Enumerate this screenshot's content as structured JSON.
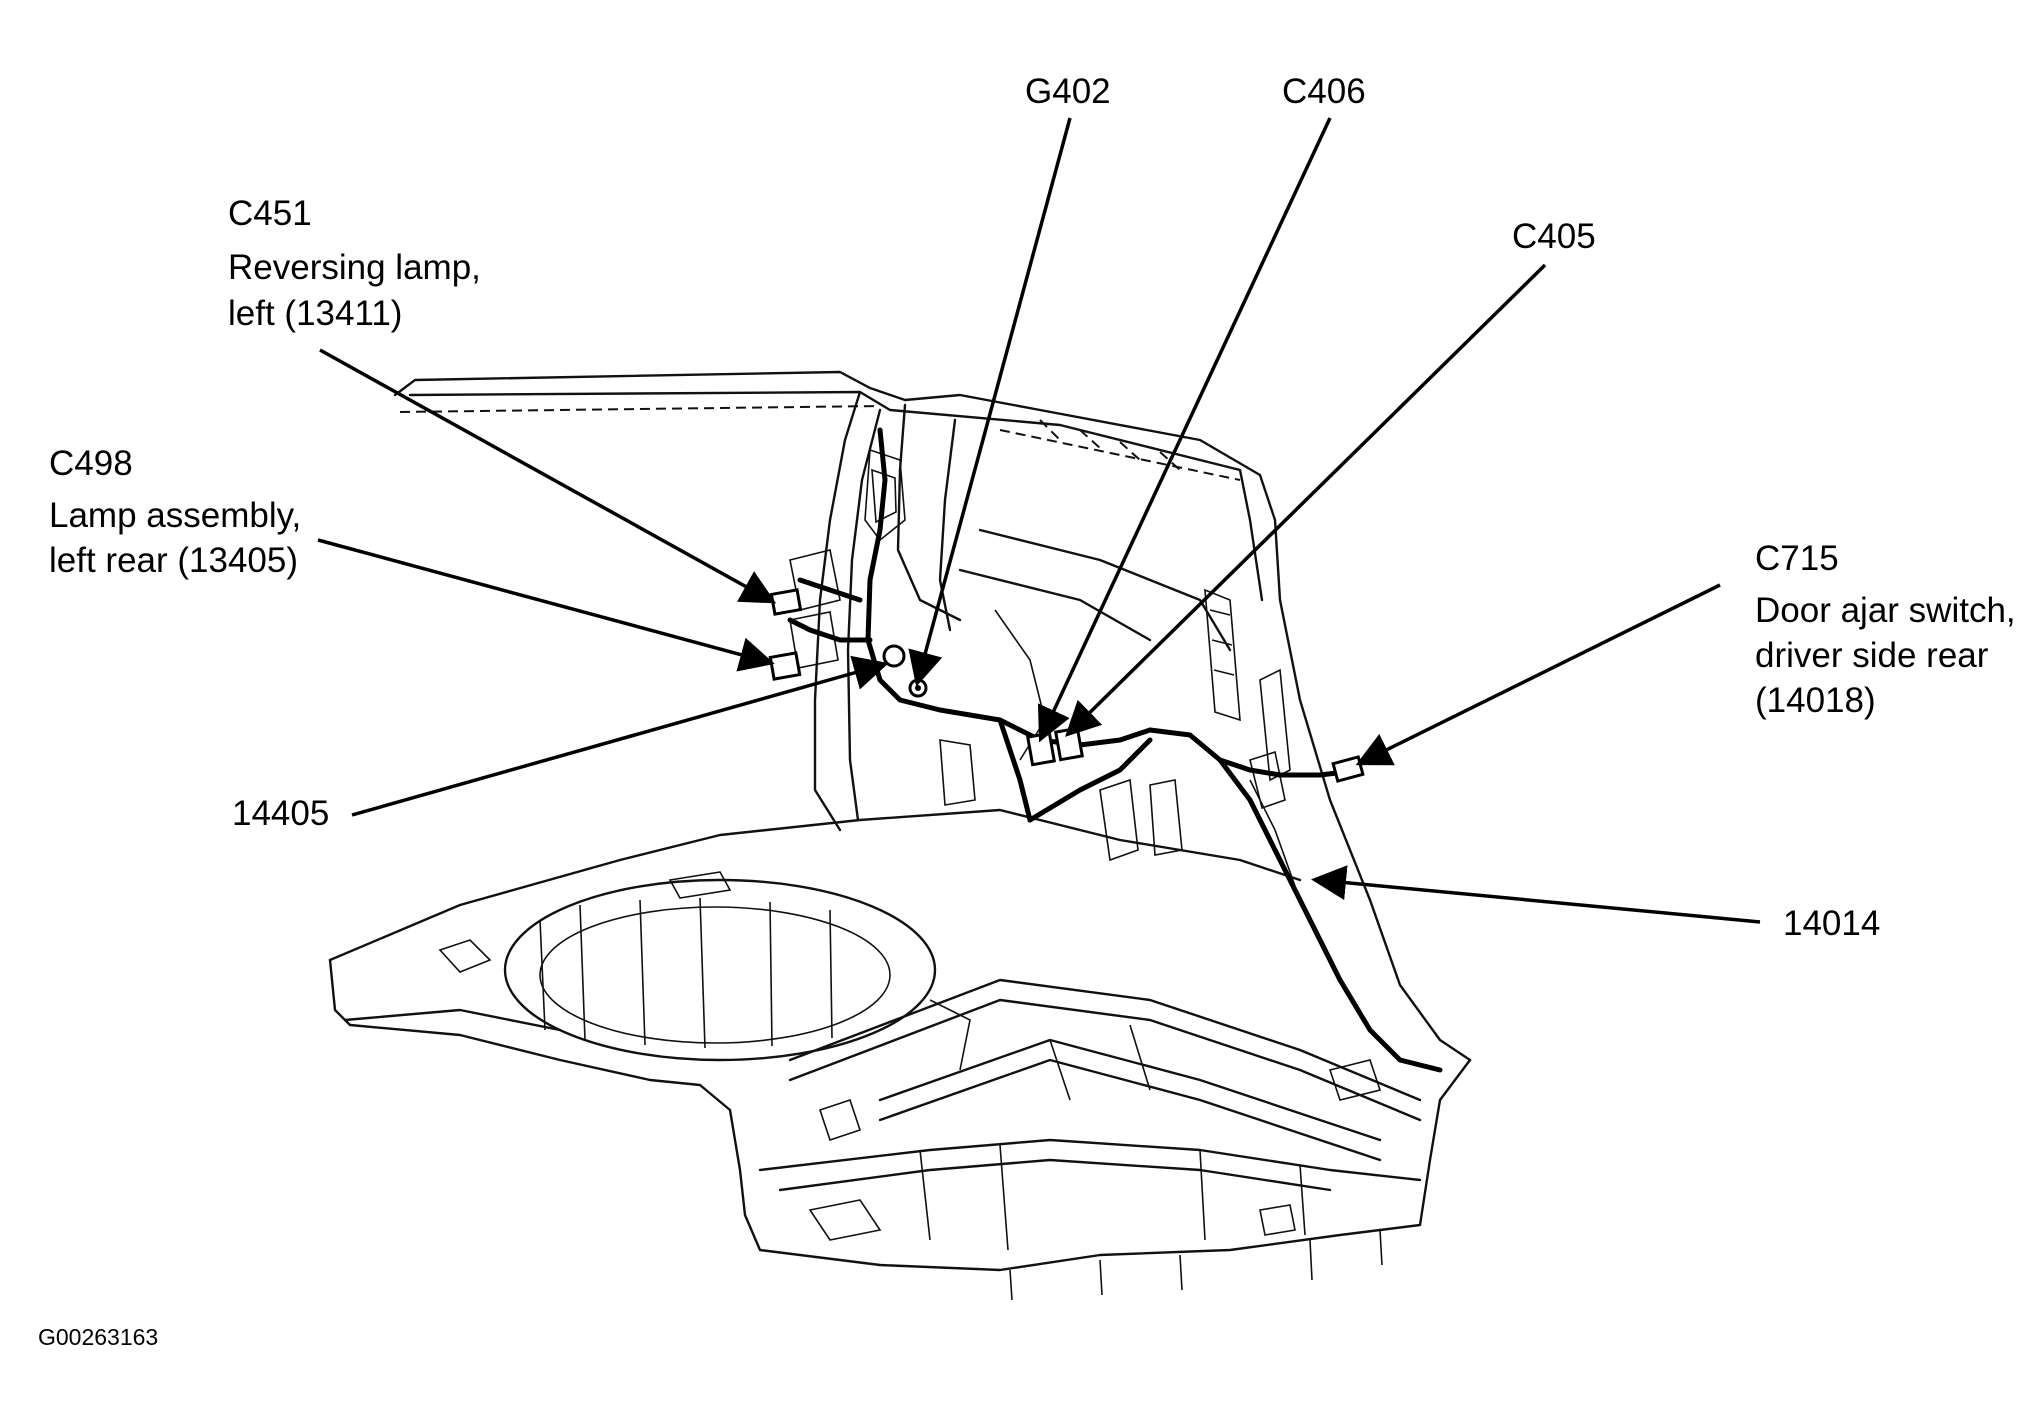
{
  "figure_id": "G00263163",
  "callouts": {
    "g402": {
      "code": "G402"
    },
    "c406": {
      "code": "C406"
    },
    "c405": {
      "code": "C405"
    },
    "c451": {
      "code": "C451",
      "desc_1": "Reversing lamp,",
      "desc_2": "left (13411)"
    },
    "c498": {
      "code": "C498",
      "desc_1": "Lamp assembly,",
      "desc_2": "left rear (13405)"
    },
    "c715": {
      "code": "C715",
      "desc_1": "Door ajar switch,",
      "desc_2": "driver side rear",
      "desc_3": "(14018)"
    },
    "p14405": {
      "code": "14405"
    },
    "p14014": {
      "code": "14014"
    }
  },
  "colors": {
    "ink": "#000000",
    "background": "#ffffff"
  }
}
